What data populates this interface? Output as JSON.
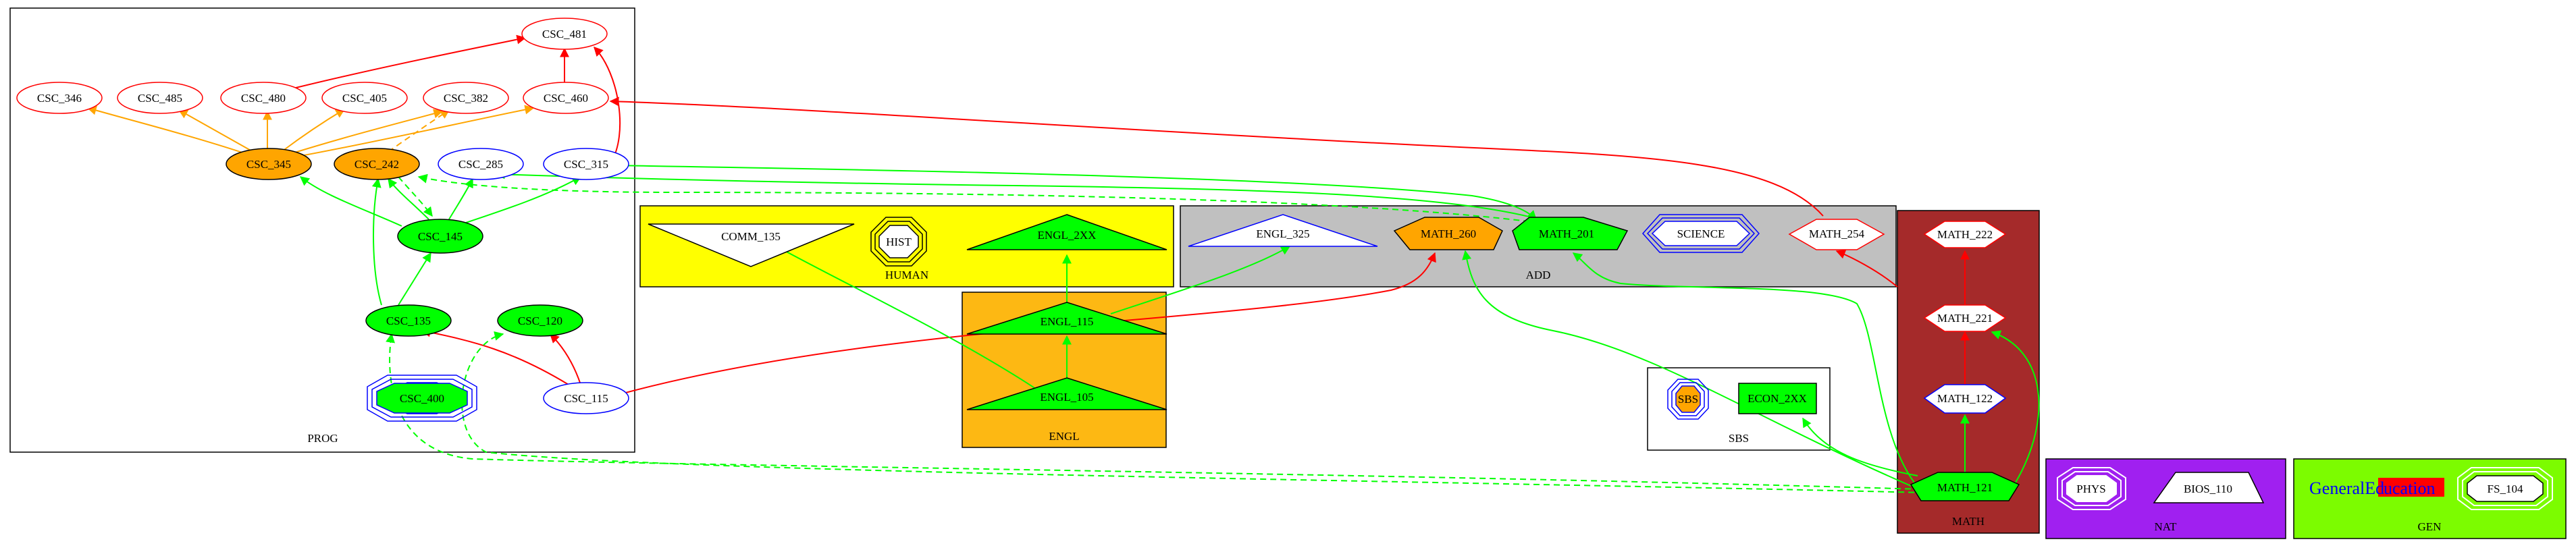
{
  "clusters": {
    "prog": "PROG",
    "human": "HUMAN",
    "engl": "ENGL",
    "add": "ADD",
    "sbs": "SBS",
    "math": "MATH",
    "nat": "NAT",
    "gen": "GEN"
  },
  "nodes": {
    "csc_481": "CSC_481",
    "csc_346": "CSC_346",
    "csc_485": "CSC_485",
    "csc_480": "CSC_480",
    "csc_405": "CSC_405",
    "csc_382": "CSC_382",
    "csc_460": "CSC_460",
    "csc_345": "CSC_345",
    "csc_242": "CSC_242",
    "csc_285": "CSC_285",
    "csc_315": "CSC_315",
    "csc_145": "CSC_145",
    "csc_135": "CSC_135",
    "csc_120": "CSC_120",
    "csc_400": "CSC_400",
    "csc_115": "CSC_115",
    "comm_135": "COMM_135",
    "hist": "HIST",
    "engl_2xx": "ENGL_2XX",
    "engl_115": "ENGL_115",
    "engl_105": "ENGL_105",
    "engl_325": "ENGL_325",
    "math_260": "MATH_260",
    "math_201": "MATH_201",
    "science": "SCIENCE",
    "math_254": "MATH_254",
    "sbs": "SBS",
    "econ_2xx": "ECON_2XX",
    "math_222": "MATH_222",
    "math_221": "MATH_221",
    "math_122": "MATH_122",
    "math_121": "MATH_121",
    "phys": "PHYS",
    "bios_110": "BIOS_110",
    "fs_104": "FS_104",
    "gen_ed_part1": "GeneralEd",
    "gen_ed_part2": "ucation"
  },
  "colors": {
    "red": "#ff0000",
    "orange": "#ffa500",
    "green": "#00ff00",
    "blue": "#0000ff",
    "yellow": "#ffff00",
    "engl_fill": "#fdb813",
    "add_fill": "#c0c0c0",
    "math_fill": "#a52a2a",
    "nat_fill": "#a020f0",
    "gen_fill": "#7cfc00"
  }
}
